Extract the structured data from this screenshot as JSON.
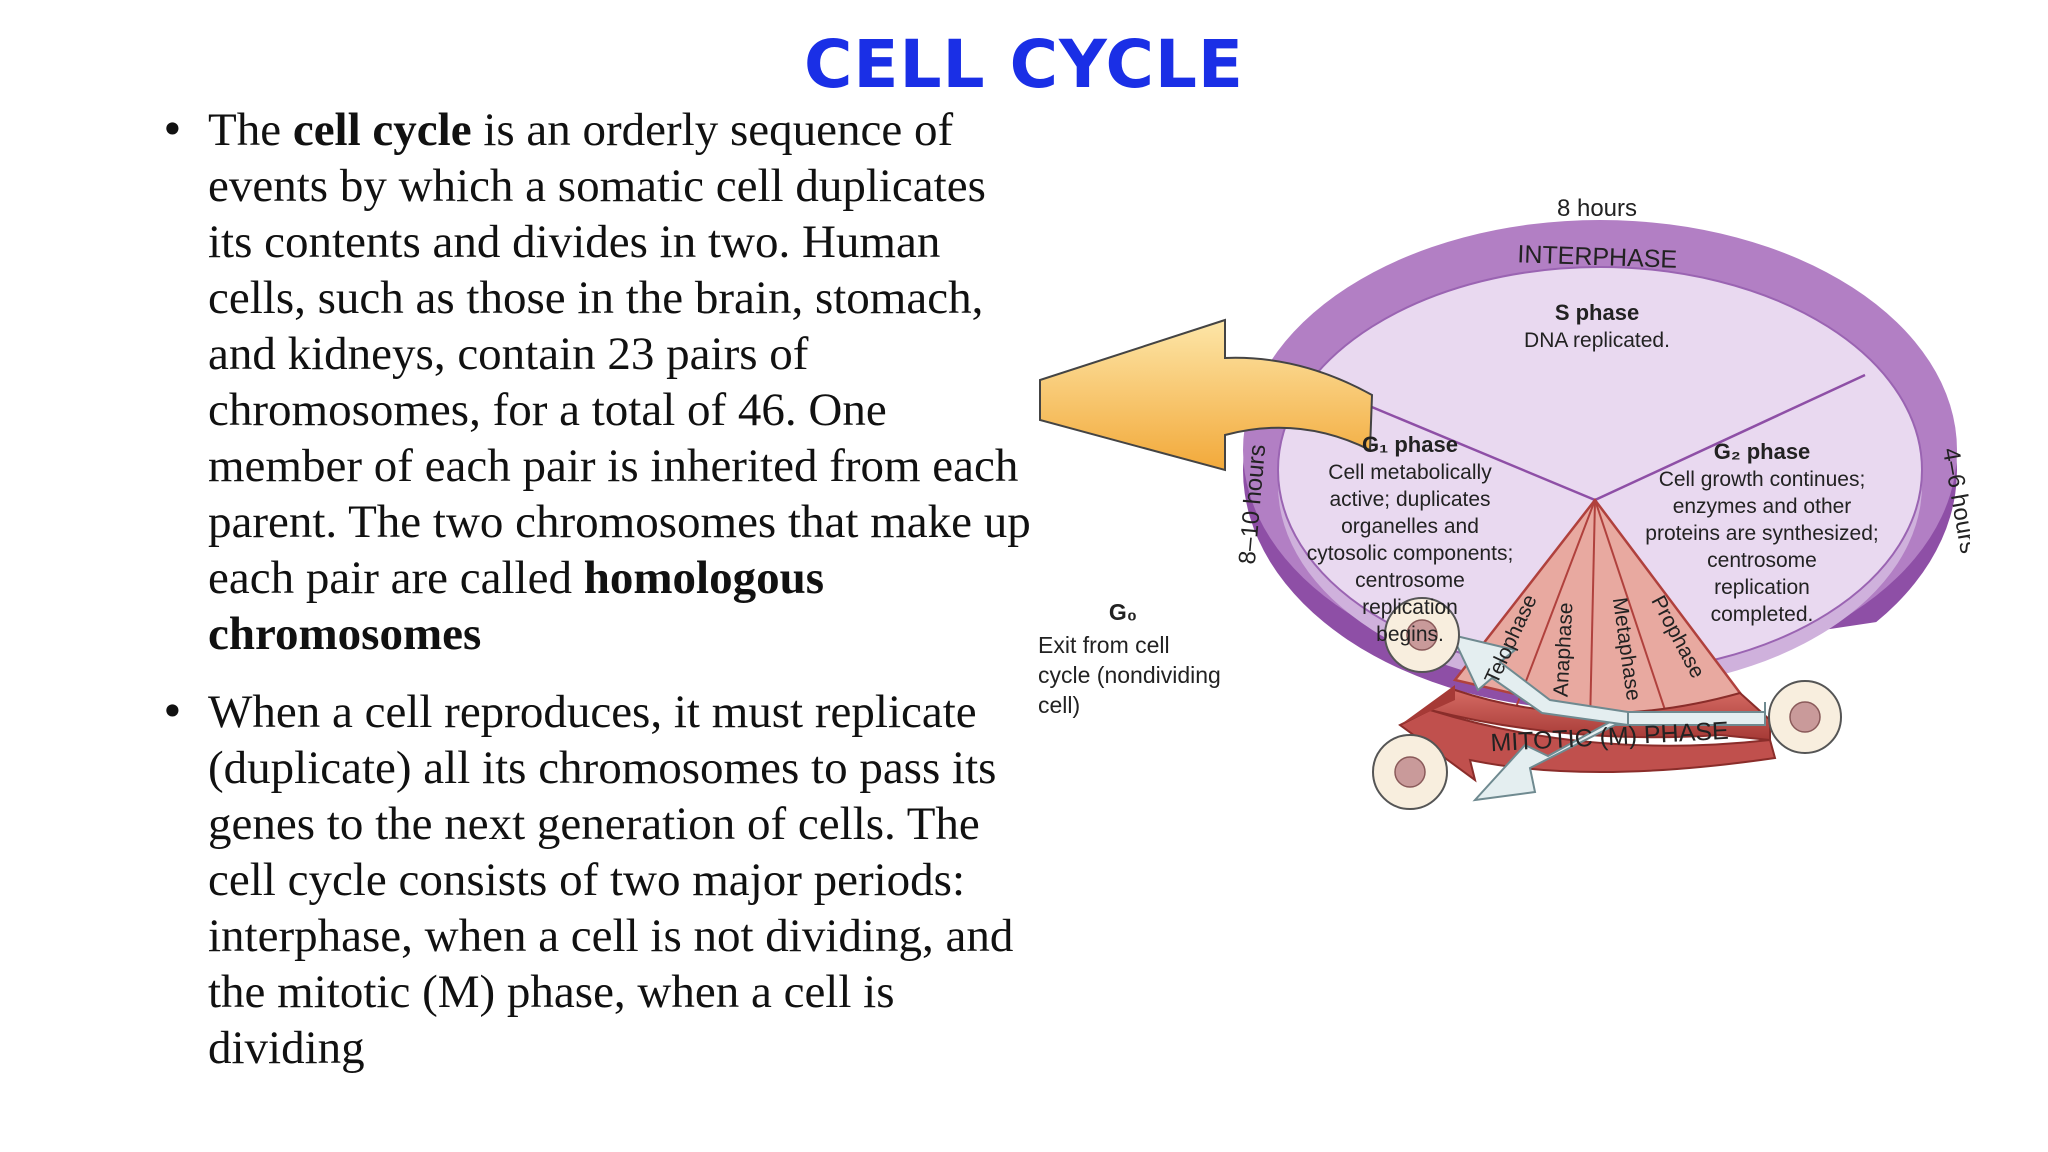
{
  "title": "CELL CYCLE",
  "bullets": [
    {
      "segments": [
        {
          "text": "The ",
          "bold": false
        },
        {
          "text": "cell cycle",
          "bold": true
        },
        {
          "text": " is an orderly sequence of events by which a somatic cell duplicates its contents and divides in two. Human cells, such as those in the brain, stomach, and kidneys, contain 23 pairs of chromosomes, for a total of 46. One member of each pair is inherited from each parent. The two chromosomes that make up each pair are called ",
          "bold": false
        },
        {
          "text": "homologous chromosomes",
          "bold": true
        }
      ]
    },
    {
      "segments": [
        {
          "text": "When a cell reproduces, it must replicate (duplicate) all its chromosomes to pass its genes to the next generation of cells. The cell cycle consists of two major periods: interphase, when a cell is not dividing, and the mitotic (M) phase, when a cell is dividing",
          "bold": false
        }
      ]
    }
  ],
  "diagram": {
    "interphase_label": "INTERPHASE",
    "s_hours": "8 hours",
    "g1_hours": "8–10 hours",
    "g2_hours": "4–6 hours",
    "s_phase": {
      "title": "S phase",
      "desc": [
        "DNA replicated."
      ]
    },
    "g1_phase": {
      "title": "G₁ phase",
      "desc": [
        "Cell metabolically",
        "active; duplicates",
        "organelles and",
        "cytosolic components;",
        "centrosome",
        "replication",
        "begins."
      ]
    },
    "g2_phase": {
      "title": "G₂ phase",
      "desc": [
        "Cell growth continues;",
        "enzymes and other",
        "proteins are synthesized;",
        "centrosome",
        "replication",
        "completed."
      ]
    },
    "mitotic_stages": [
      "Telophase",
      "Anaphase",
      "Metaphase",
      "Prophase"
    ],
    "mitotic_label": "MITOTIC (M) PHASE",
    "g0": {
      "title": "G₀",
      "desc": [
        "Exit from cell",
        "cycle (nondividing",
        "cell)"
      ]
    },
    "colors": {
      "ring": "#b27fc4",
      "ring_dark": "#8e4fa6",
      "disc": "#e9d9f0",
      "mitotic": "#c0504d",
      "mitotic_light": "#e8a9a0",
      "g0_arrow": "#f6c35e",
      "daughter_arrow": "#e4eef0",
      "cell": "#f8eede"
    }
  }
}
